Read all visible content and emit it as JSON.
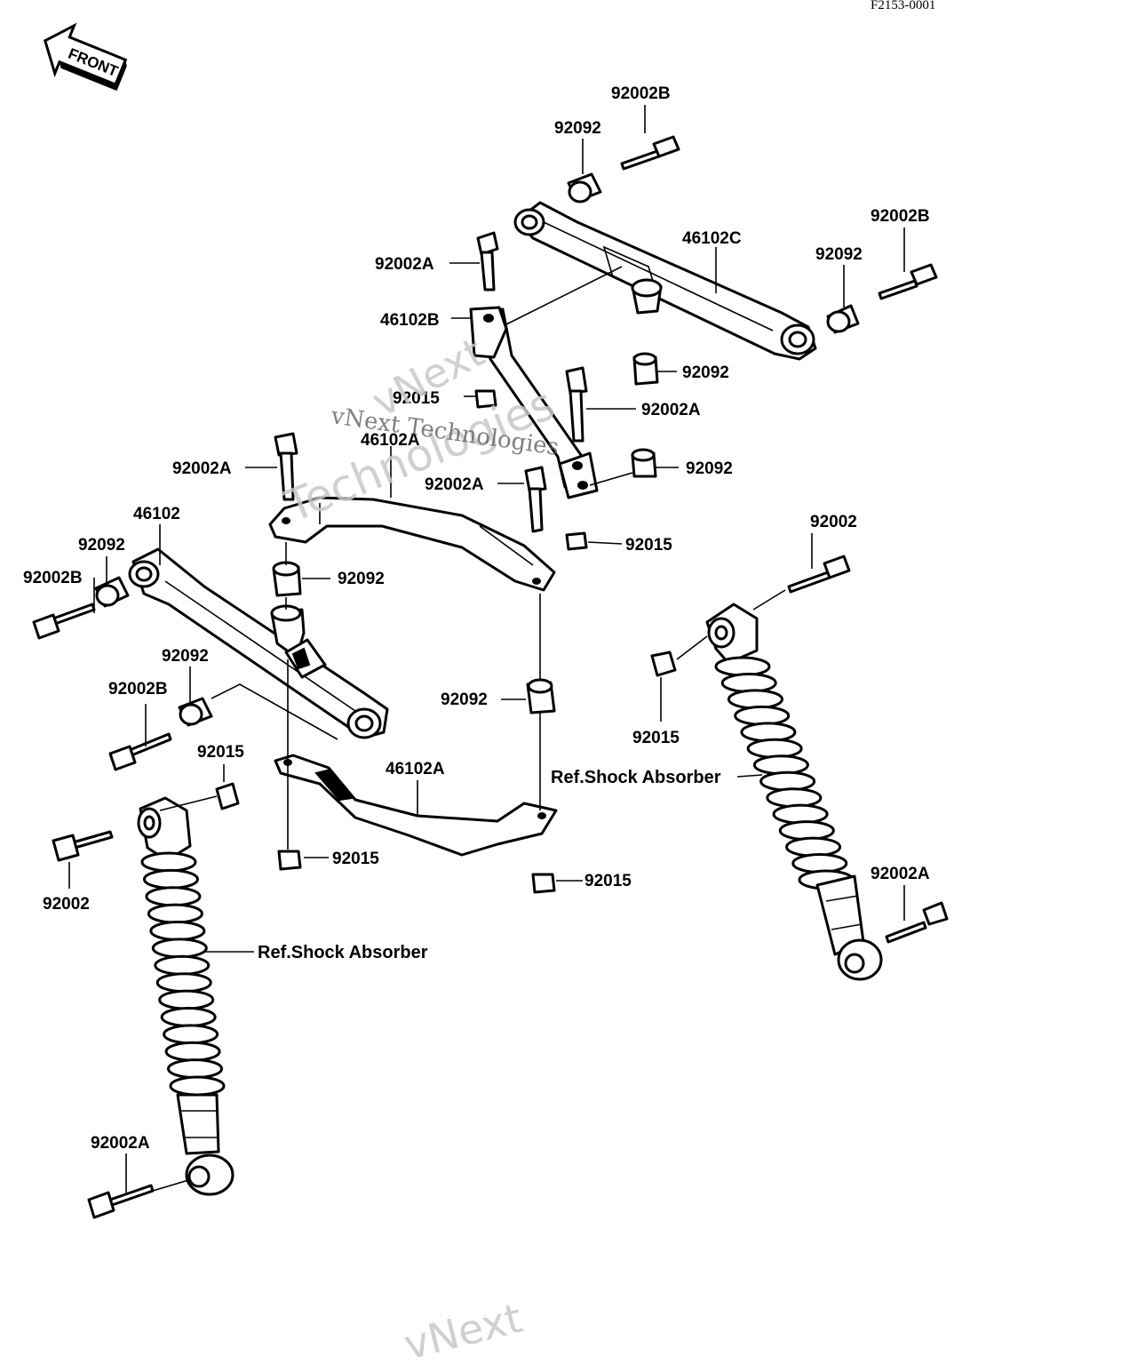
{
  "diagram": {
    "code": "F2153-0001",
    "front_label": "FRONT",
    "watermark": {
      "company": "vNext",
      "technologies": "Technologies",
      "full": "vNext Technologies"
    },
    "labels": {
      "l_92002B_top": "92002B",
      "l_92092_top": "92092",
      "l_92002B_right": "92002B",
      "l_46102C": "46102C",
      "l_92092_right": "92092",
      "l_92002A_upper": "92002A",
      "l_46102B": "46102B",
      "l_92092_mid": "92092",
      "l_92015_upper": "92015",
      "l_92002A_mid": "92002A",
      "l_46102A_upper": "46102A",
      "l_92002A_left": "92002A",
      "l_92092_link": "92092",
      "l_92002A_link": "92002A",
      "l_46102": "46102",
      "l_92092_left": "92092",
      "l_92015_link": "92015",
      "l_92002B_left": "92002B",
      "l_92092_bush": "92092",
      "l_92002_right": "92002",
      "l_92092_arm": "92092",
      "l_92002B_arm": "92002B",
      "l_92092_lower": "92092",
      "l_92015_right": "92015",
      "l_92015_left": "92015",
      "l_46102A_lower": "46102A",
      "l_ref_shock_right": "Ref.Shock Absorber",
      "l_92002_left": "92002",
      "l_92015_bottom": "92015",
      "l_92015_lower": "92015",
      "l_92002A_right": "92002A",
      "l_ref_shock_left": "Ref.Shock Absorber",
      "l_92002A_bottom": "92002A"
    }
  }
}
